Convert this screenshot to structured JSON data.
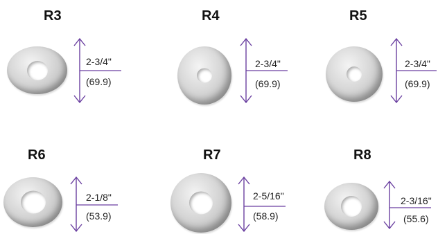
{
  "accent_color": "#6a3fa0",
  "rings": [
    {
      "title": "R3",
      "size_in": "2-3/4\"",
      "size_mm": "(69.9)"
    },
    {
      "title": "R4",
      "size_in": "2-3/4\"",
      "size_mm": "(69.9)"
    },
    {
      "title": "R5",
      "size_in": "2-3/4\"",
      "size_mm": "(69.9)"
    },
    {
      "title": "R6",
      "size_in": "2-1/8\"",
      "size_mm": "(53.9)"
    },
    {
      "title": "R7",
      "size_in": "2-5/16\"",
      "size_mm": "(58.9)"
    },
    {
      "title": "R8",
      "size_in": "2-3/16\"",
      "size_mm": "(55.6)"
    }
  ]
}
